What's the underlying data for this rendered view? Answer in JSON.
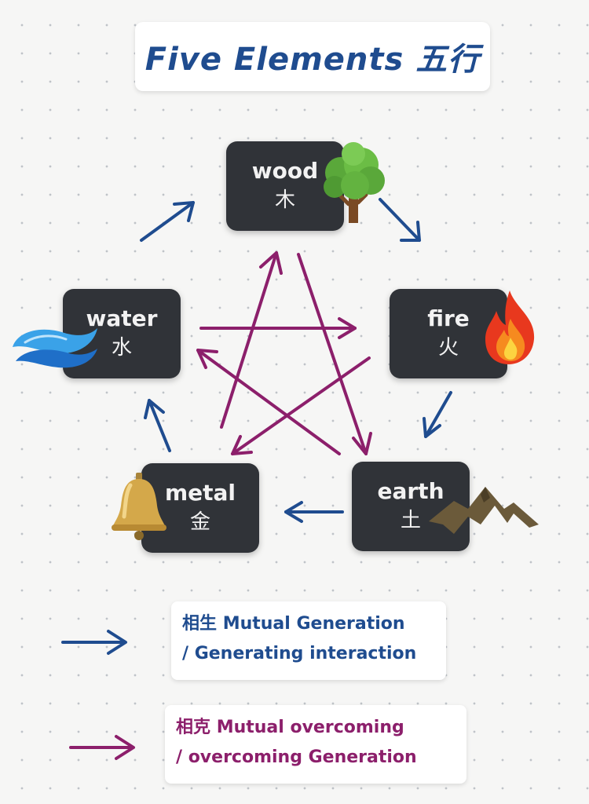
{
  "title": "Five Elements 五行",
  "nodes": {
    "wood": {
      "en": "wood",
      "zh": "木"
    },
    "fire": {
      "en": "fire",
      "zh": "火"
    },
    "earth": {
      "en": "earth",
      "zh": "土"
    },
    "metal": {
      "en": "metal",
      "zh": "金"
    },
    "water": {
      "en": "water",
      "zh": "水"
    }
  },
  "icons": {
    "wood": "tree-icon",
    "fire": "flame-icon",
    "earth": "mountain-icon",
    "metal": "bell-icon",
    "water": "water-wave-icon"
  },
  "legend": {
    "generation": {
      "zh": "相生",
      "line1": "Mutual Generation",
      "line2": "/ Generating interaction"
    },
    "overcoming": {
      "zh": "相克",
      "line1": "Mutual overcoming",
      "line2": "/ overcoming Generation"
    }
  },
  "colors": {
    "generation": "#1f4c8f",
    "overcoming": "#8c1f6b",
    "node_bg": "#303338",
    "title": "#1f4c8f"
  }
}
